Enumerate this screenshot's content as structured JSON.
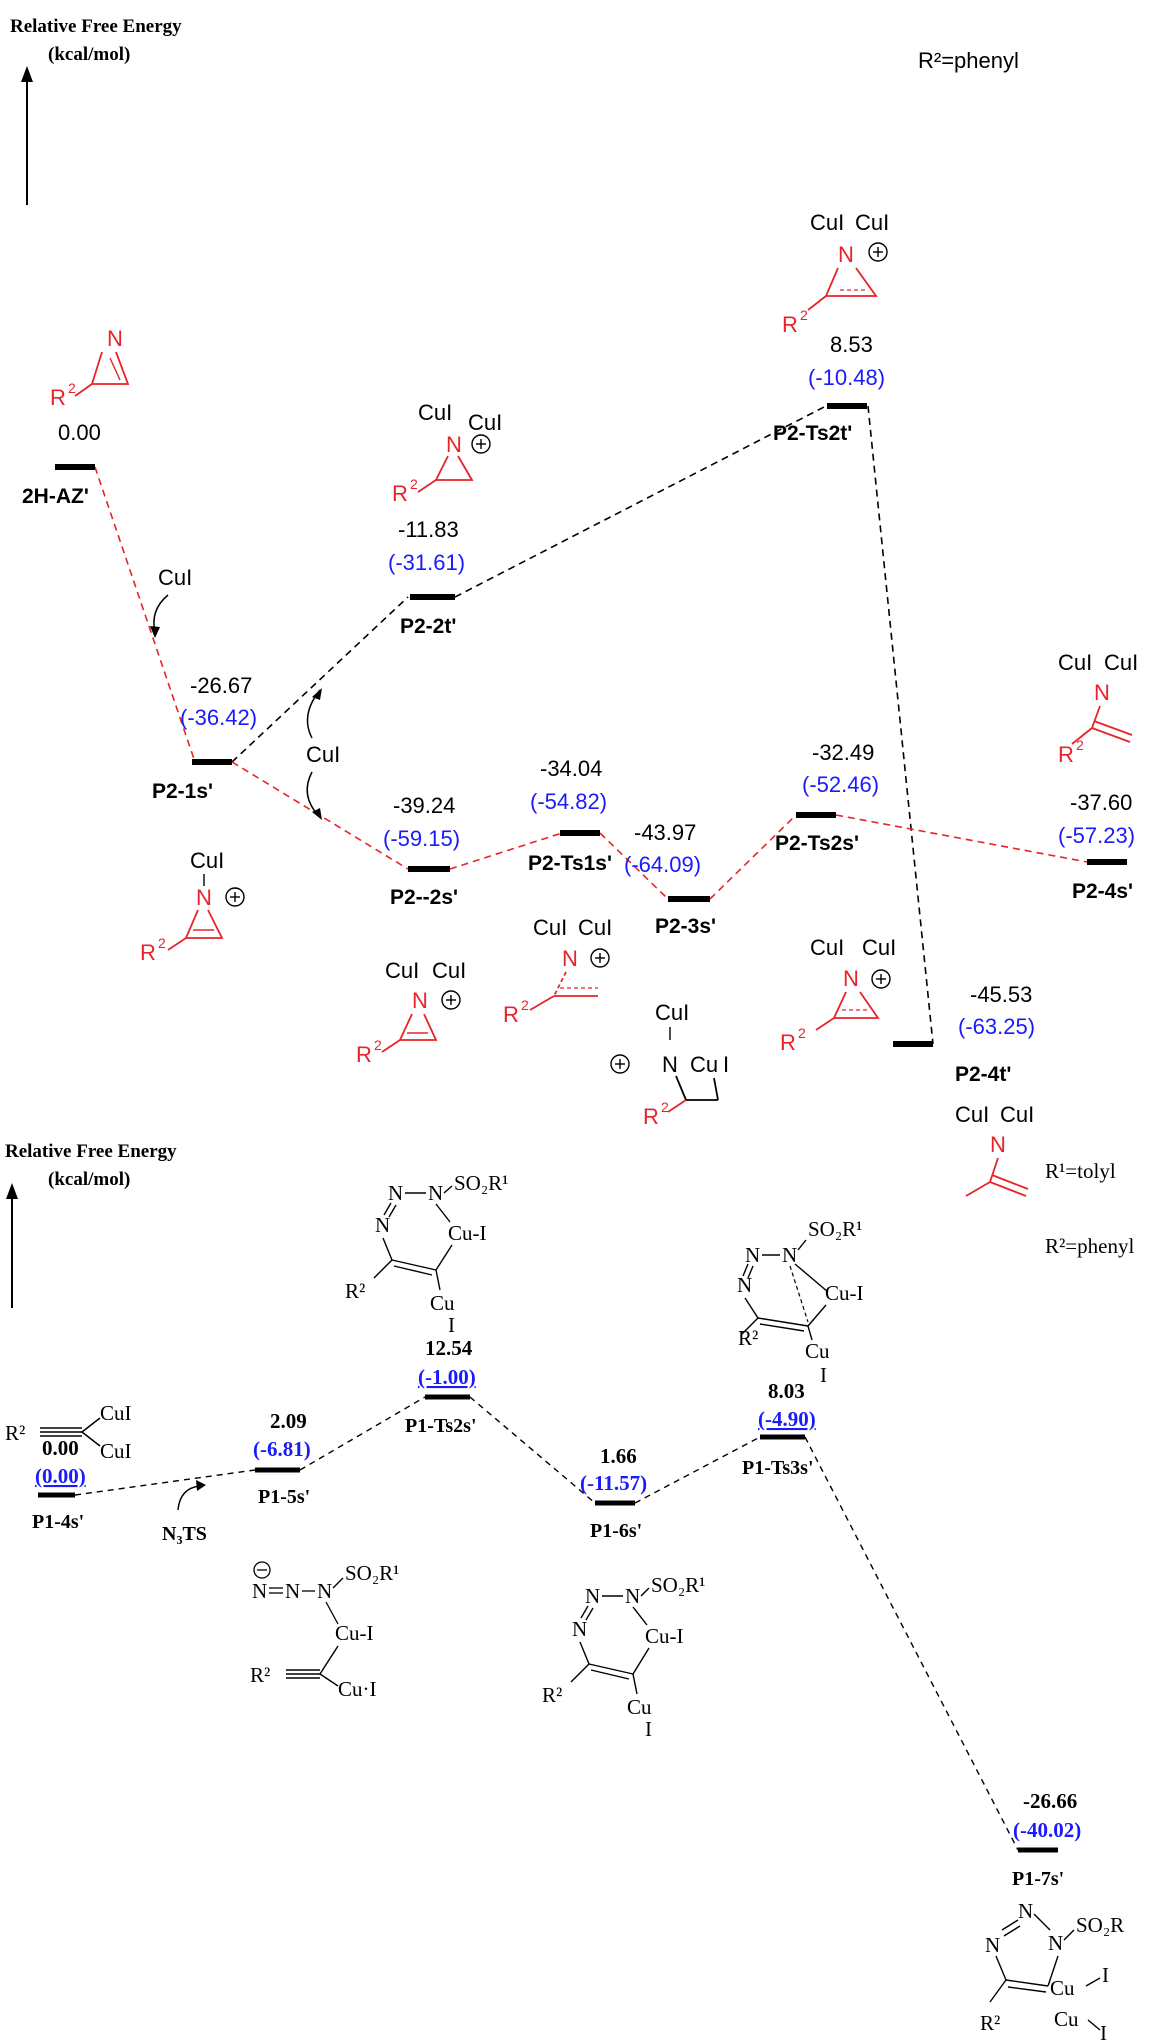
{
  "colors": {
    "black": "#000000",
    "red": "#e8232a",
    "blue": "#1a1aff",
    "dash_red": "#e8232a",
    "dash_black": "#000000"
  },
  "top": {
    "axis_title": [
      "Relative Free Energy",
      "(kcal/mol)"
    ],
    "r2_note": "R²=phenyl",
    "states": [
      {
        "id": "2H-AZ'",
        "g": "0.00",
        "h": ""
      },
      {
        "id": "P2-1s'",
        "g": "-26.67",
        "h": "(-36.42)"
      },
      {
        "id": "P2-2t'",
        "g": "-11.83",
        "h": "(-31.61)"
      },
      {
        "id": "P2-Ts2t'",
        "g": "8.53",
        "h": "(-10.48)"
      },
      {
        "id": "P2--2s'",
        "g": "-39.24",
        "h": "(-59.15)"
      },
      {
        "id": "P2-Ts1s'",
        "g": "-34.04",
        "h": "(-54.82)"
      },
      {
        "id": "P2-3s'",
        "g": "-43.97",
        "h": "(-64.09)"
      },
      {
        "id": "P2-Ts2s'",
        "g": "-32.49",
        "h": "(-52.46)"
      },
      {
        "id": "P2-4t'",
        "g": "-45.53",
        "h": "(-63.25)"
      },
      {
        "id": "P2-4s'",
        "g": "-37.60",
        "h": "(-57.23)"
      }
    ],
    "reagent_1": "CuI",
    "reagent_2": "CuI",
    "chem": {
      "cui": "CuI",
      "n": "N",
      "r2": "R",
      "sup2": "2",
      "plus": "+",
      "cu": "Cu",
      "i": "I"
    }
  },
  "bottom": {
    "axis_title": [
      "Relative Free Energy",
      "(kcal/mol)"
    ],
    "r1_note": "R¹=tolyl",
    "r2_note": "R²=phenyl",
    "states": [
      {
        "id": "P1-4s'",
        "g": "0.00",
        "h": "(0.00)"
      },
      {
        "id": "P1-5s'",
        "g": "2.09",
        "h": "(-6.81)"
      },
      {
        "id": "P1-Ts2s'",
        "g": "12.54",
        "h": "(-1.00)"
      },
      {
        "id": "P1-6s'",
        "g": "1.66",
        "h": "(-11.57)"
      },
      {
        "id": "P1-Ts3s'",
        "g": "8.03",
        "h": "(-4.90)"
      },
      {
        "id": "P1-7s'",
        "g": "-26.66",
        "h": "(-40.02)"
      }
    ],
    "reagent": "N₃TS",
    "chem": {
      "so2r1": "SO₂R¹",
      "so2r": "SO₂R",
      "cu_i": "Cu-I",
      "cui_dot": "Cu·I",
      "cui_a": "CuI",
      "cu": "Cu",
      "i": "I",
      "n": "N",
      "r2": "R²",
      "minus": "−"
    }
  }
}
